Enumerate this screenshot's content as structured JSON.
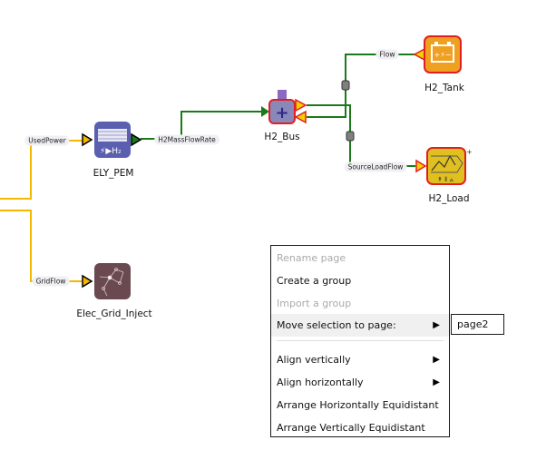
{
  "diagram": {
    "nodes": [
      {
        "id": "ely_pem",
        "label": "ELY_PEM",
        "icon": "electrolyzer-icon",
        "color": "#5a5fb0"
      },
      {
        "id": "h2_bus",
        "label": "H2_Bus",
        "icon": "bus-plus-icon",
        "color": "#7a78a8"
      },
      {
        "id": "h2_tank",
        "label": "H2_Tank",
        "icon": "battery-storage-icon",
        "color": "#f0a020"
      },
      {
        "id": "h2_load",
        "label": "H2_Load",
        "icon": "load-curve-icon",
        "color": "#e0c020"
      },
      {
        "id": "elec_grid_inject",
        "label": "Elec_Grid_Inject",
        "icon": "grid-network-icon",
        "color": "#6a4a50"
      }
    ],
    "connections": [
      {
        "label": "UsedPower",
        "type": "power",
        "color": "#f5b800"
      },
      {
        "label": "H2MassFlowRate",
        "type": "hydrogen",
        "color": "#1a7a1a"
      },
      {
        "label": "Flow",
        "type": "hydrogen",
        "color": "#1a7a1a"
      },
      {
        "label": "SourceLoadFlow",
        "type": "hydrogen",
        "color": "#1a7a1a"
      },
      {
        "label": "GridFlow",
        "type": "power",
        "color": "#f5b800"
      }
    ]
  },
  "context_menu": {
    "items": [
      {
        "label": "Rename page",
        "enabled": false
      },
      {
        "label": "Create a group",
        "enabled": true
      },
      {
        "label": "Import a group",
        "enabled": false
      },
      {
        "label": "Move selection to page:",
        "enabled": true,
        "submenu": true,
        "highlighted": true
      },
      {
        "label": "Align vertically",
        "enabled": true,
        "submenu": true
      },
      {
        "label": "Align horizontally",
        "enabled": true,
        "submenu": true
      },
      {
        "label": "Arrange Horizontally Equidistant",
        "enabled": true
      },
      {
        "label": "Arrange Vertically Equidistant",
        "enabled": true
      }
    ],
    "submenu_arrow": "▶"
  },
  "submenu": {
    "items": [
      {
        "label": "page2"
      }
    ]
  }
}
